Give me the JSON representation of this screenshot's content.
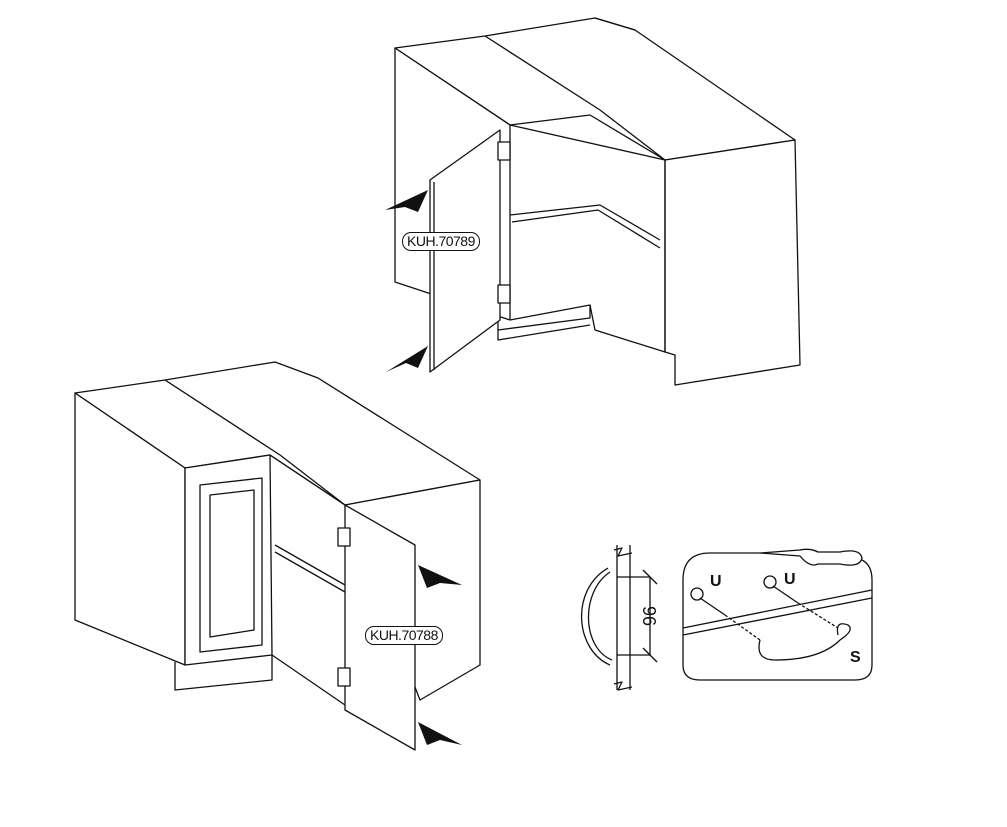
{
  "cabinet_top": {
    "model_label": "KUH.70789"
  },
  "cabinet_bottom": {
    "model_label": "KUH.70788"
  },
  "handle_detail": {
    "spacing_dimension": "96",
    "screw_label_1": "U",
    "screw_label_2": "U",
    "handle_label": "S"
  },
  "colors": {
    "line": "#111111",
    "background": "#ffffff"
  }
}
